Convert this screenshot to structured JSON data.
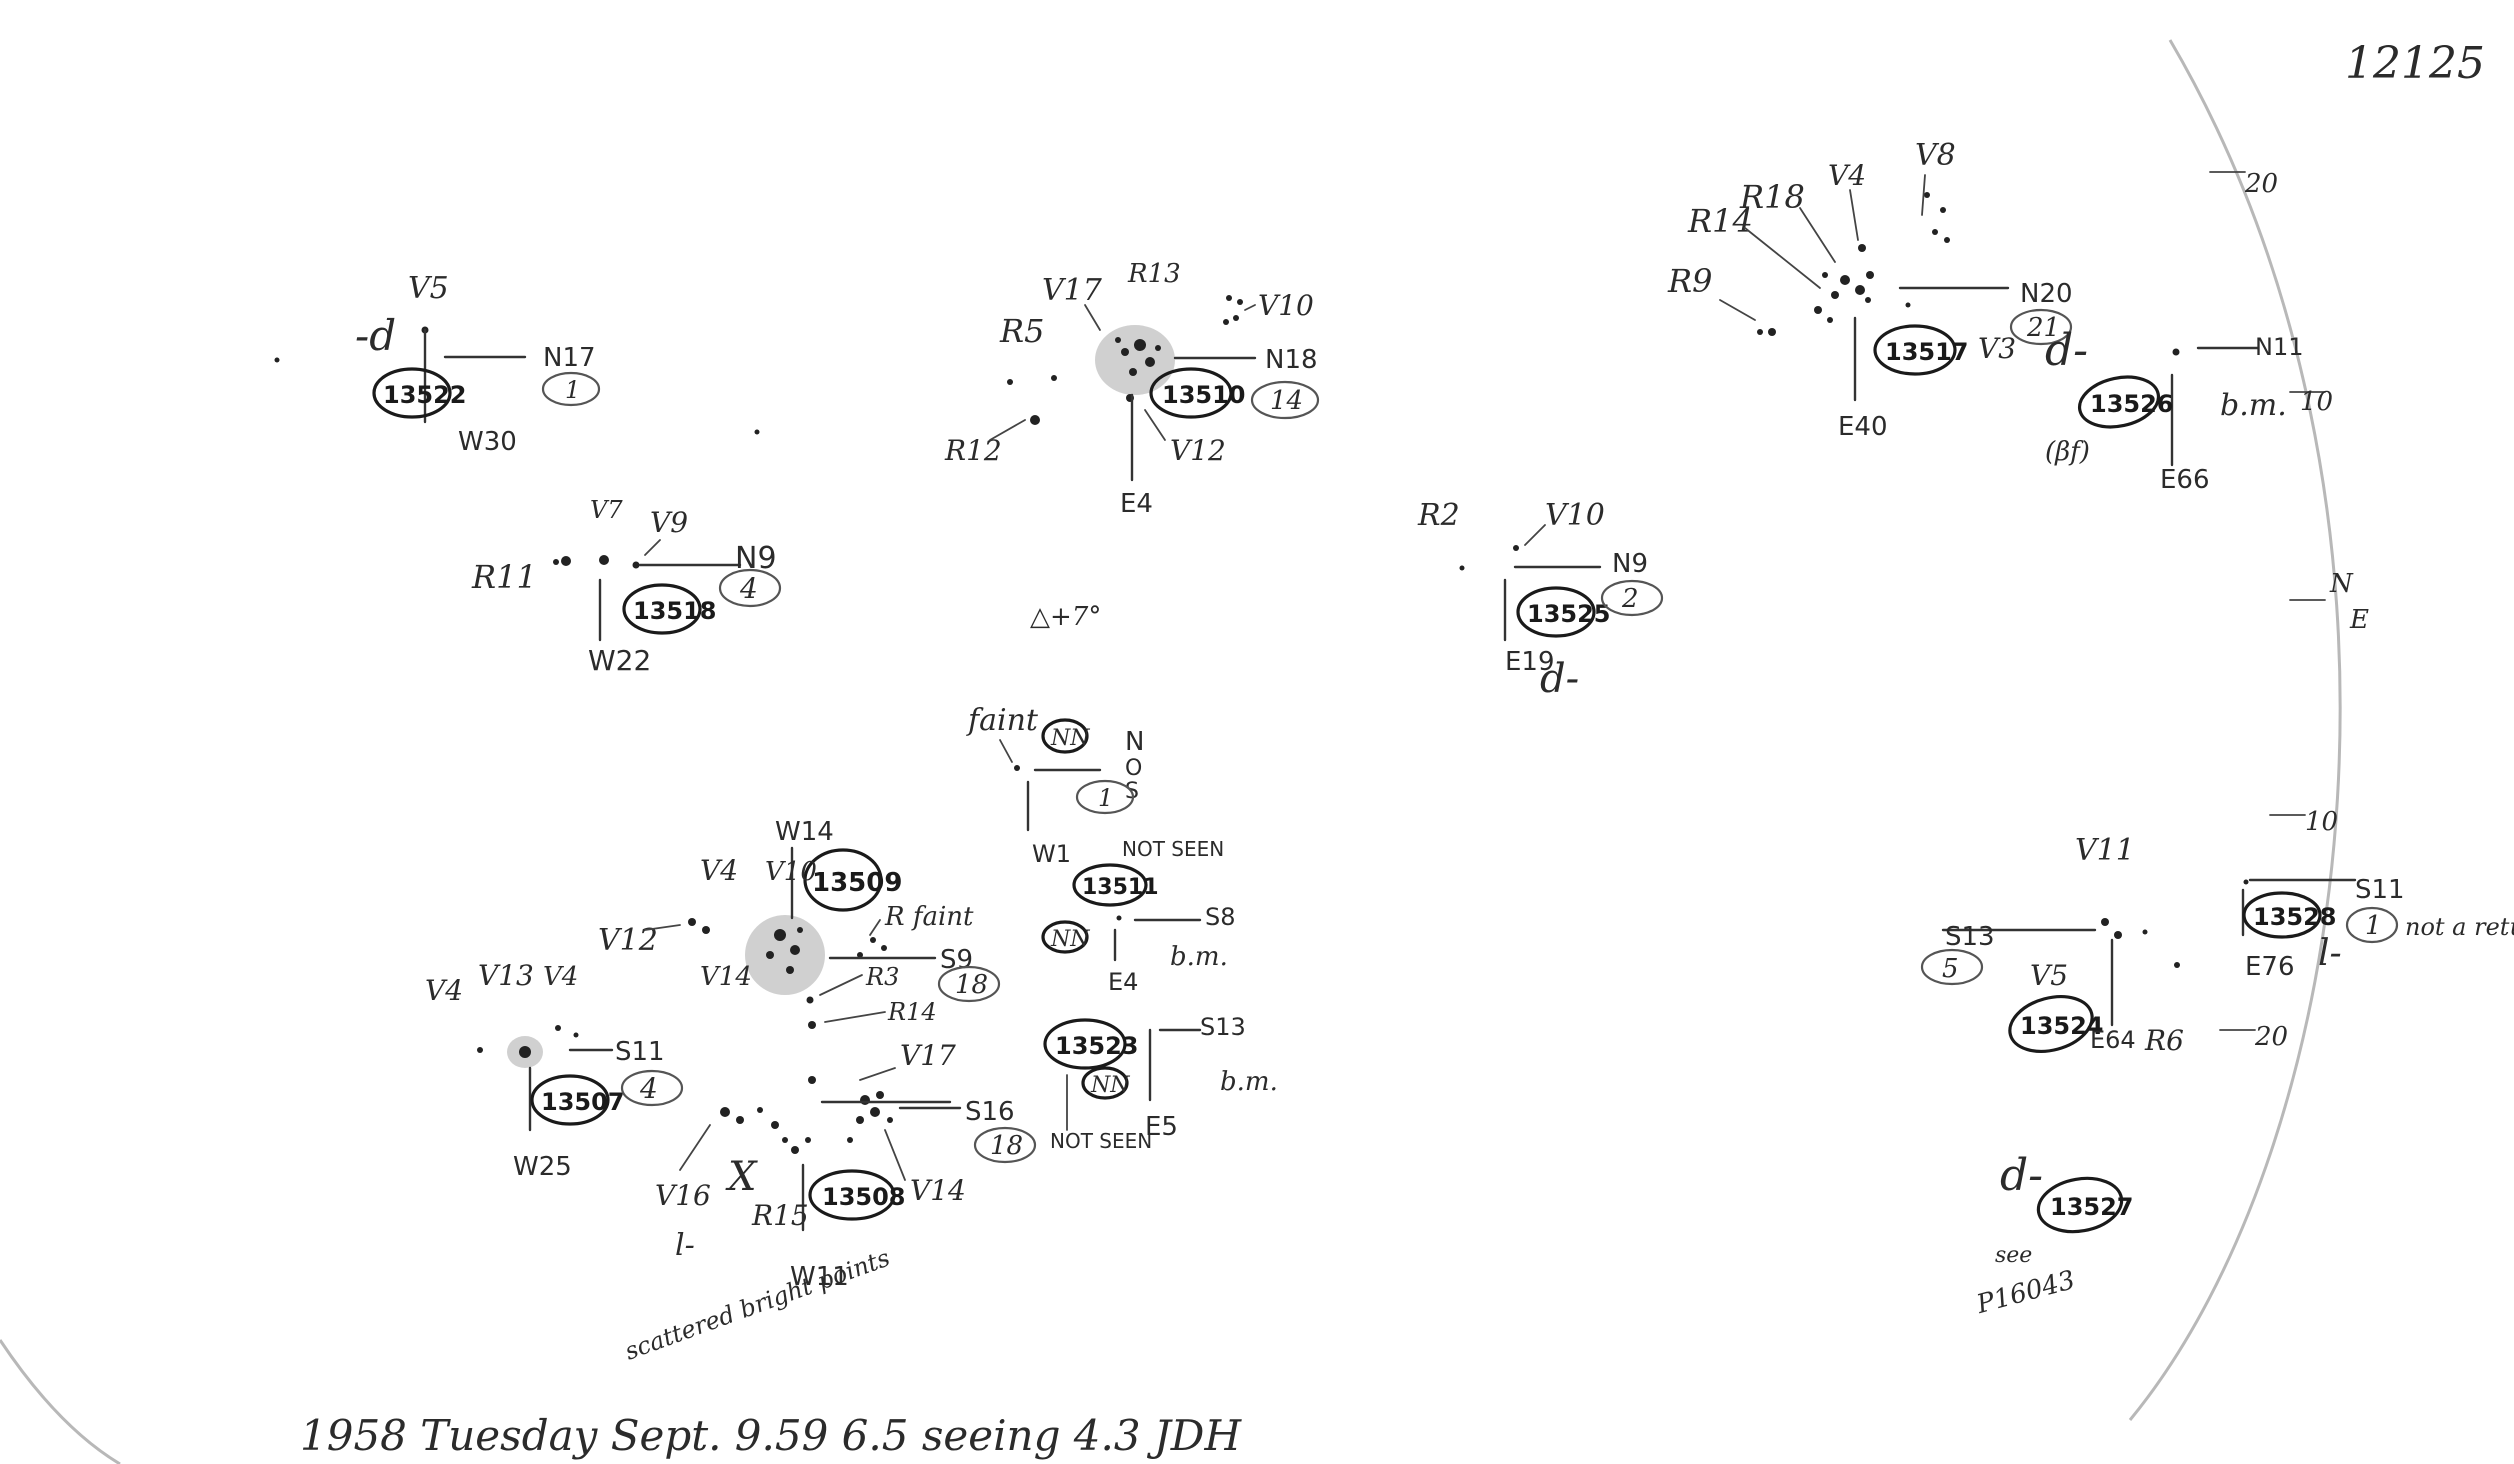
{
  "sheet": {
    "id": "12125",
    "footer": "1958 Tuesday Sept. 9.59 6.5 seeing 4.3 JDH"
  },
  "limb_marks": [
    "20",
    "10",
    "N",
    "E",
    "10",
    "20"
  ],
  "groups": [
    {
      "number": "13522",
      "spots": "1",
      "coord_n": "N17",
      "coord_ew": "W30",
      "note": "-d",
      "v": "V5"
    },
    {
      "number": "13518",
      "spots": "4",
      "coord_n": "N9",
      "coord_ew": "W22",
      "labels": [
        "R11",
        "V7",
        "V9"
      ]
    },
    {
      "number": "13510",
      "spots": "14",
      "coord_n": "N18",
      "coord_ew": "E4",
      "labels": [
        "V17",
        "R13",
        "V10",
        "R5",
        "R12",
        "V12"
      ]
    },
    {
      "number": "13525",
      "spots": "2",
      "coord_n": "N9",
      "coord_ew": "E19",
      "note": "d-",
      "labels": [
        "R2",
        "V10"
      ]
    },
    {
      "number": "13517",
      "spots": "21",
      "coord_n": "N20",
      "coord_ew": "E40",
      "labels": [
        "R14",
        "R18",
        "V4",
        "V8",
        "R9",
        "V3"
      ]
    },
    {
      "number": "13526",
      "spots": "",
      "coord_n": "N11",
      "coord_ew": "E66",
      "note": "d-",
      "extra": [
        "(βf)",
        "b.m."
      ]
    },
    {
      "number": "13509",
      "spots": "18",
      "coord_n": "S9",
      "coord_ew": "W14",
      "labels": [
        "V4",
        "V10",
        "V12",
        "V14",
        "R faint",
        "R3",
        "R14"
      ]
    },
    {
      "number": "13511",
      "spots": "",
      "coord_n": "S8",
      "coord_ew": "E4",
      "note": "NOT SEEN",
      "extra": [
        "NN",
        "b.m."
      ]
    },
    {
      "number": "",
      "spots": "1",
      "coord_n": "",
      "coord_ew": "W1",
      "note": "faint",
      "extra": [
        "NN",
        "N",
        "O",
        "S"
      ]
    },
    {
      "number": "13507",
      "spots": "4",
      "coord_n": "S11",
      "coord_ew": "W25",
      "labels": [
        "V4",
        "V13",
        "V4"
      ]
    },
    {
      "number": "13508",
      "spots": "18",
      "coord_n": "S16",
      "coord_ew": "W11",
      "labels": [
        "V17",
        "V16",
        "R15",
        "V14",
        "X",
        "l-"
      ],
      "note": "scattered bright points"
    },
    {
      "number": "13523",
      "spots": "",
      "coord_n": "S13",
      "coord_ew": "E5",
      "note": "NOT SEEN",
      "extra": [
        "NN",
        "b.m."
      ]
    },
    {
      "number": "13524",
      "spots": "5",
      "coord_n": "S13",
      "coord_ew": "E64",
      "labels": [
        "V11",
        "V5",
        "R6"
      ]
    },
    {
      "number": "13528",
      "spots": "1",
      "coord_n": "S11",
      "coord_ew": "E76",
      "note": "l-",
      "extra": [
        "not a return"
      ]
    },
    {
      "number": "13527",
      "spots": "",
      "coord_n": "",
      "coord_ew": "",
      "note": "d-",
      "extra": [
        "see",
        "P16043"
      ]
    }
  ],
  "misc": {
    "angle": "△+7°"
  }
}
